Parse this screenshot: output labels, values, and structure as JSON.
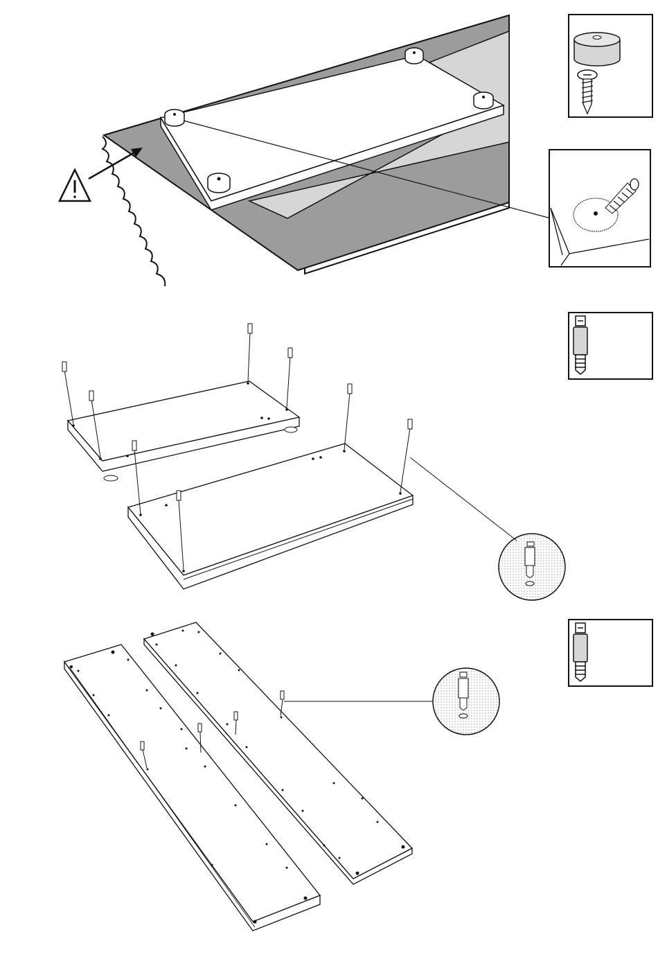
{
  "document": {
    "kind": "assembly-instruction-page",
    "steps": [
      {
        "id": "step-1",
        "scene": "bottom-panel-on-protective-mat",
        "hardware_icons": [
          "felt-glide-icon",
          "wood-screw-icon"
        ],
        "warning_icon": "warning-triangle-icon"
      },
      {
        "id": "step-2",
        "scene": "two-panels-with-cam-bolts",
        "hardware_icons": [
          "cam-bolt-icon"
        ],
        "callout": "cam-bolt-detail-circle"
      },
      {
        "id": "step-3",
        "scene": "two-long-side-panels-with-cam-bolts",
        "hardware_icons": [
          "cam-bolt-icon"
        ],
        "callout": "cam-bolt-detail-circle"
      }
    ]
  },
  "colors": {
    "line": "#111111",
    "mat": "#9a9a9a",
    "shadow": "#d2d2d2",
    "panel": "#ffffff"
  }
}
